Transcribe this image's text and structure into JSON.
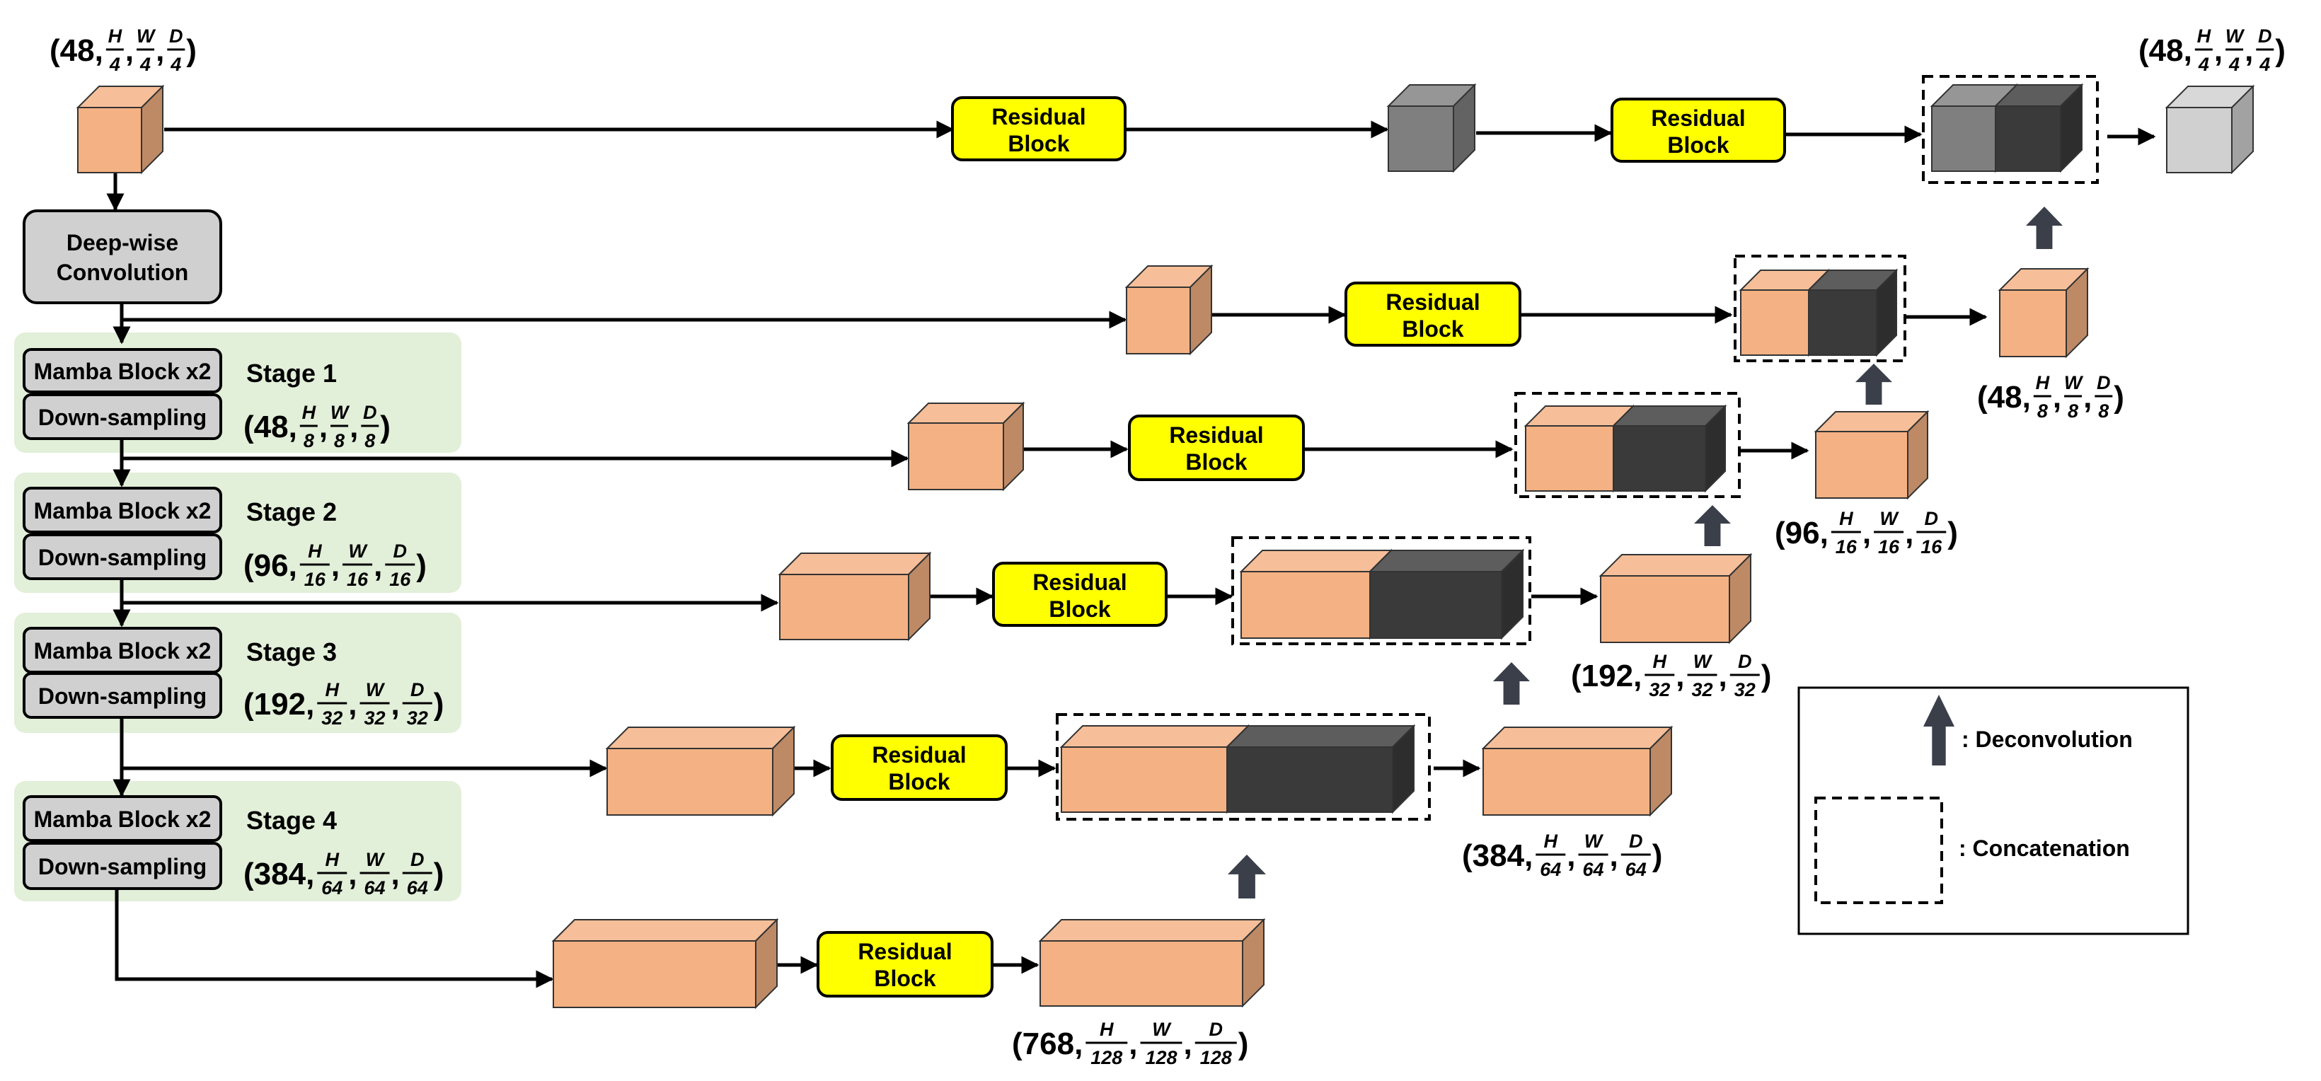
{
  "blocks": {
    "residual": [
      "Residual",
      "Block"
    ],
    "deepwise": [
      "Deep-wise",
      "Convolution"
    ],
    "mamba": "Mamba Block x2",
    "down": "Down-sampling"
  },
  "stages": [
    {
      "title": "Stage 1",
      "ch": "48",
      "den": "8"
    },
    {
      "title": "Stage 2",
      "ch": "96",
      "den": "16"
    },
    {
      "title": "Stage 3",
      "ch": "192",
      "den": "32"
    },
    {
      "title": "Stage 4",
      "ch": "384",
      "den": "64"
    }
  ],
  "dims": {
    "input": {
      "ch": "48",
      "den": "4"
    },
    "output": {
      "ch": "48",
      "den": "4"
    },
    "dec1": {
      "ch": "48",
      "den": "8"
    },
    "dec2": {
      "ch": "96",
      "den": "16"
    },
    "dec3": {
      "ch": "192",
      "den": "32"
    },
    "dec4": {
      "ch": "384",
      "den": "64"
    },
    "bottleneck": {
      "ch": "768",
      "den": "128"
    }
  },
  "dim_vars": [
    "H",
    "W",
    "D"
  ],
  "legend": {
    "deconv": ": Deconvolution",
    "concat": ": Concatenation"
  },
  "colors": {
    "encoder_cube": "#f4b183",
    "decoder_dark": "#3a3a3a",
    "skip_gray": "#7f7f7f",
    "output_light": "#d0d0d0",
    "residual_fill": "#ffff00",
    "stage_bg": "#e2efd9",
    "block_gray": "#d0d0d0"
  }
}
